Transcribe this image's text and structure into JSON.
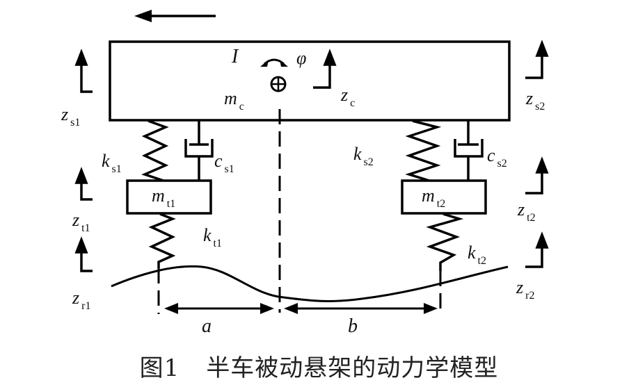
{
  "figure": {
    "caption_number": "图1",
    "caption_text": "半车被动悬架的动力学模型",
    "motion_direction": "left"
  },
  "body": {
    "inertia_label": "I",
    "pitch_label": "φ",
    "mass_label": "m",
    "mass_sub": "c",
    "disp_label": "z",
    "disp_sub": "c",
    "center_symbol": "⊕"
  },
  "front": {
    "zs": {
      "main": "z",
      "sub": "s1"
    },
    "ks": {
      "main": "k",
      "sub": "s1"
    },
    "cs": {
      "main": "c",
      "sub": "s1"
    },
    "mt": {
      "main": "m",
      "sub": "t1"
    },
    "zt": {
      "main": "z",
      "sub": "t1"
    },
    "kt": {
      "main": "k",
      "sub": "t1"
    },
    "zr": {
      "main": "z",
      "sub": "r1"
    },
    "distance": "a"
  },
  "rear": {
    "zs": {
      "main": "z",
      "sub": "s2"
    },
    "ks": {
      "main": "k",
      "sub": "s2"
    },
    "cs": {
      "main": "c",
      "sub": "s2"
    },
    "mt": {
      "main": "m",
      "sub": "t2"
    },
    "zt": {
      "main": "z",
      "sub": "t2"
    },
    "kt": {
      "main": "k",
      "sub": "t2"
    },
    "zr": {
      "main": "z",
      "sub": "r2"
    },
    "distance": "b"
  },
  "colors": {
    "ink": "#000000",
    "background": "#ffffff"
  }
}
